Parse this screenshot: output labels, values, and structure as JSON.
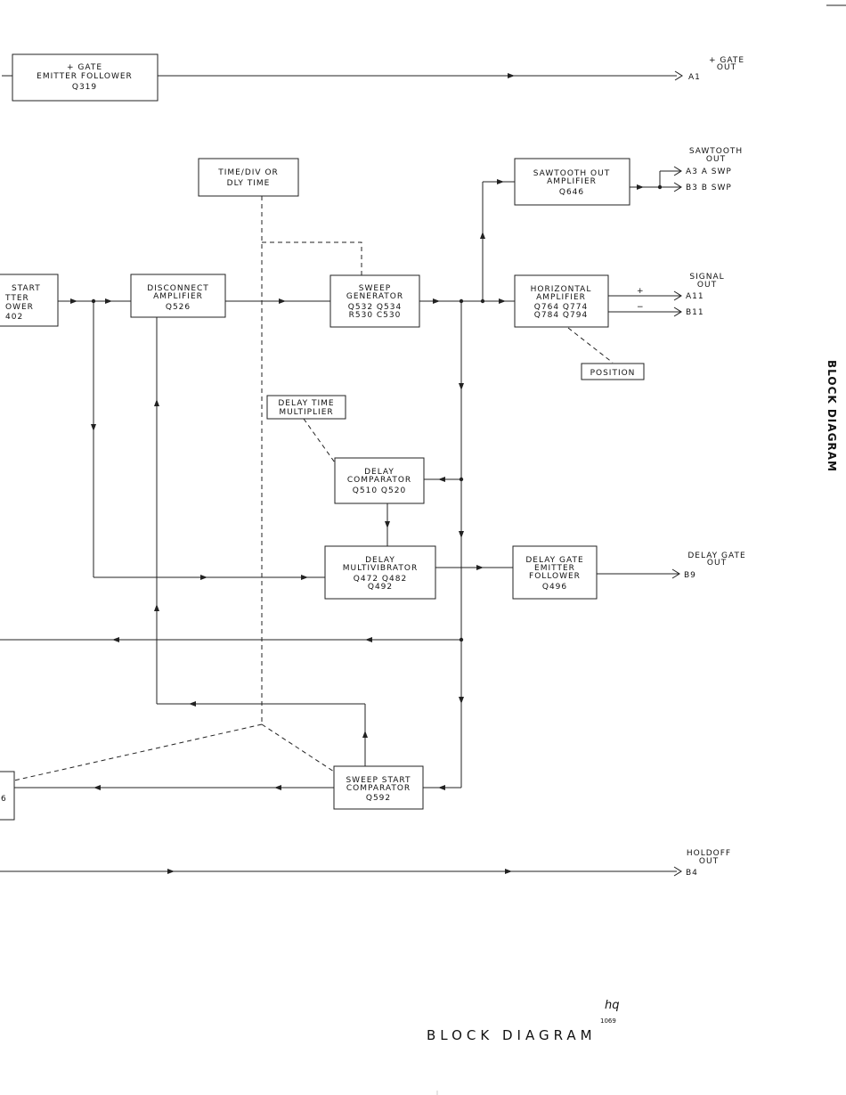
{
  "boxes": {
    "gate_ef": [
      "+ GATE",
      "EMITTER FOLLOWER",
      "Q319"
    ],
    "time_div": [
      "TIME/DIV OR",
      "DLY TIME"
    ],
    "saw_amp": [
      "SAWTOOTH OUT",
      "AMPLIFIER",
      "Q646"
    ],
    "start_ef": [
      "START",
      "TTER",
      "OWER",
      "402"
    ],
    "disconnect": [
      "DISCONNECT",
      "AMPLIFIER",
      "Q526"
    ],
    "sweep_gen": [
      "SWEEP",
      "GENERATOR",
      "Q532   Q534",
      "R530   C530"
    ],
    "horiz_amp": [
      "HORIZONTAL",
      "AMPLIFIER",
      "Q764      Q774",
      "Q784      Q794"
    ],
    "position": [
      "POSITION"
    ],
    "dly_mult": [
      "DELAY TIME",
      "MULTIPLIER"
    ],
    "dly_comp": [
      "DELAY",
      "COMPARATOR",
      "Q510      Q520"
    ],
    "dly_mv": [
      "DELAY",
      "MULTIVIBRATOR",
      "Q472   Q482",
      "Q492"
    ],
    "dly_gate_ef": [
      "DELAY GATE",
      "EMITTER",
      "FOLLOWER",
      "Q496"
    ],
    "ssc": [
      "SWEEP START",
      "COMPARATOR",
      "Q592"
    ],
    "left_partial": [
      "6"
    ]
  },
  "outputs": {
    "gate_out": [
      "+ GATE",
      "OUT"
    ],
    "a1": "A1",
    "sawtooth_out": [
      "SAWTOOTH",
      "OUT"
    ],
    "a3": "A3   A SWP",
    "b3": "B3   B SWP",
    "signal_out": [
      "SIGNAL",
      "OUT"
    ],
    "plus": "+",
    "minus": "−",
    "a11": "A11",
    "b11": "B11",
    "delay_gate_out": [
      "DELAY GATE",
      "OUT"
    ],
    "b9": "B9",
    "holdoff_out": [
      "HOLDOFF",
      "OUT"
    ],
    "b4": "B4"
  },
  "footer": {
    "title": "BLOCK DIAGRAM",
    "initials": "hq",
    "date": "1069"
  },
  "side_tab": "BLOCK DIAGRAM"
}
